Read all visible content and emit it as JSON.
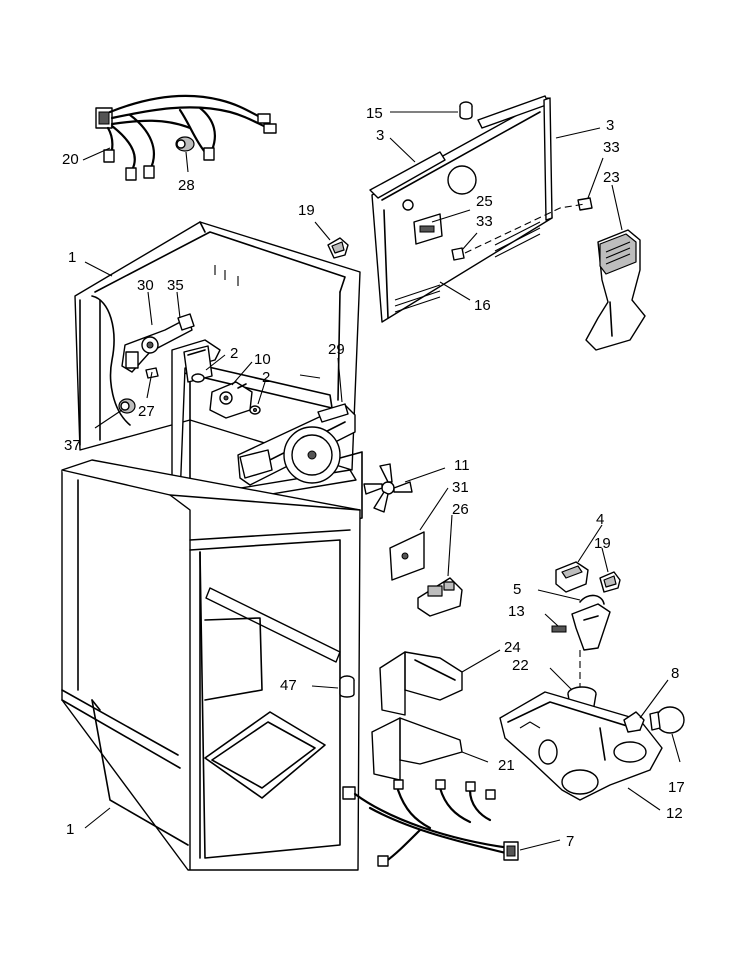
{
  "callouts": {
    "c1a": "1",
    "c1b": "1",
    "c2a": "2",
    "c2b": "2",
    "c3a": "3",
    "c3b": "3",
    "c4": "4",
    "c5": "5",
    "c7": "7",
    "c8": "8",
    "c10": "10",
    "c11": "11",
    "c12": "12",
    "c13": "13",
    "c15": "15",
    "c16": "16",
    "c17": "17",
    "c19a": "19",
    "c19b": "19",
    "c20": "20",
    "c21": "21",
    "c22": "22",
    "c23": "23",
    "c24": "24",
    "c25": "25",
    "c26": "26",
    "c27": "27",
    "c28": "28",
    "c29": "29",
    "c30": "30",
    "c31": "31",
    "c33a": "33",
    "c33b": "33",
    "c35": "35",
    "c37": "37",
    "c47": "47"
  }
}
